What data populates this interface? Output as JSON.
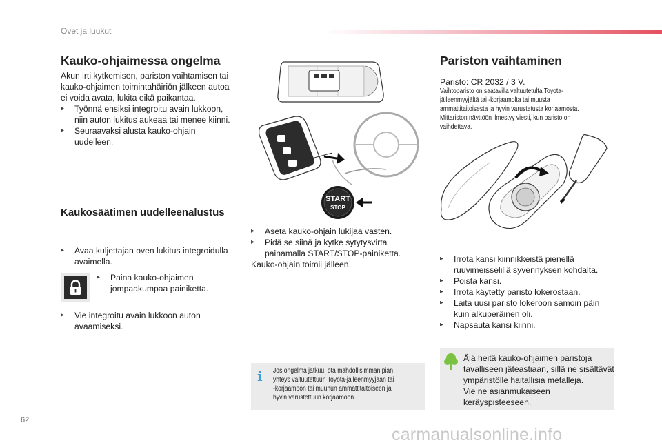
{
  "header": {
    "title": "Ovet ja luukut"
  },
  "page_number": "62",
  "main": {
    "title": "Kauko-ohjaimessa ongelma",
    "intro": [
      "Akun irti kytkemisen, pariston vaihtamisen tai",
      "kauko-ohjaimen toimintahäiriön jälkeen autoa",
      "ei voida avata, lukita eikä paikantaa."
    ],
    "bullets": [
      [
        "Työnnä ensiksi integroitu avain lukkoon,",
        "niin auton lukitus aukeaa tai menee kiinni."
      ],
      [
        "Seuraavaksi alusta kauko-ohjain",
        "uudelleen."
      ]
    ]
  },
  "reset": {
    "title": "Kaukosäätimen uudelleenalustus",
    "step1": [
      "Avaa kuljettajan oven lukitus integroidulla",
      "avaimella."
    ],
    "step2": [
      "Paina kauko-ohjaimen",
      "jompaakumpaa painiketta."
    ],
    "step3": [
      "Vie integroitu avain lukkoon auton",
      "avaamiseksi."
    ],
    "step4": "Aseta kauko-ohjain lukijaa vasten.",
    "step5": [
      "Pidä se siinä ja kytke sytytysvirta",
      "painamalla START/STOP-painiketta."
    ],
    "result": "Kauko-ohjain toimii jälleen."
  },
  "illustration": {
    "start_label": "START",
    "stop_label": "STOP"
  },
  "note": {
    "lines": [
      "Jos ongelma jatkuu, ota mahdollisimman pian",
      "yhteys valtuutettuun Toyota-jälleenmyyjään tai",
      "-korjaamoon tai muuhun ammattitaitoiseen ja",
      "hyvin varustettuun korjaamoon."
    ]
  },
  "battery": {
    "title": "Pariston vaihtaminen",
    "spec": "Paristo: CR 2032 / 3 V.",
    "details": [
      "Vaihtoparisto on saatavilla valtuutetulta Toyota-",
      "jälleenmyyjältä tai -korjaamolta tai muusta",
      "ammattitaitoisesta ja hyvin varustetusta korjaamosta.",
      "Mittariston näyttöön ilmestyy viesti, kun paristo on",
      "vaihdettava."
    ],
    "steps": [
      [
        "Irrota kansi kiinnikkeistä pienellä",
        "ruuvimeisselillä syvennyksen kohdalta."
      ],
      [
        "Poista kansi."
      ],
      [
        "Irrota käytetty paristo lokerostaan."
      ],
      [
        "Laita uusi paristo lokeroon samoin päin",
        "kuin alkuperäinen oli."
      ],
      [
        "Napsauta kansi kiinni."
      ]
    ],
    "eco": [
      "Älä heitä kauko-ohjaimen paristoja",
      "tavalliseen jäteastiaan, sillä ne sisältävät",
      "ympäristölle haitallisia metalleja.",
      "Vie ne asianmukaiseen",
      "keräyspisteeseen."
    ]
  },
  "watermark": "carmanualsonline.info"
}
